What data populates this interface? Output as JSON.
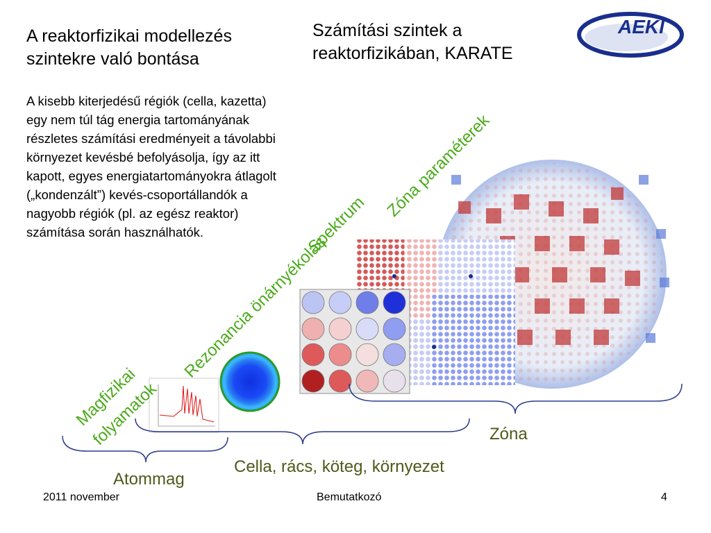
{
  "slide": {
    "title_left_line1": "A reaktorfizikai modellezés",
    "title_left_line2": "szintekre való bontása",
    "title_right_line1": "Számítási szintek a",
    "title_right_line2": "reaktorfizikában, KARATE",
    "body": "A kisebb kiterjedésű régiók (cella, kazetta) egy nem túl tág energia tartományának részletes számítási eredményeit a távolabbi környezet kevésbé befolyásolja, így az itt kapott, egyes energiatartományokra átlagolt („kondenzált”) kevés-csoportállandók a nagyobb régiók (pl. az egész reaktor) számítása során használhatók."
  },
  "logo": {
    "text": "AEKI"
  },
  "diagonal_labels": {
    "magfizikai": "Magfizikai",
    "folyamatok": "folyamatok",
    "rezonancia": "Rezonancia önárnyékolás",
    "spektrum": "Spektrum",
    "zona_param": "Zóna paraméterek"
  },
  "level_labels": {
    "atommag": "Atommag",
    "cella": "Cella, rács, köteg, környezet",
    "zona": "Zóna"
  },
  "footer": {
    "date": "2011 november",
    "center": "Bemutatkozó",
    "page": "4"
  },
  "colors": {
    "green_label": "#4caa1c",
    "olive_label": "#4d5a1a",
    "brace": "#2a3a8a",
    "logo_blue": "#1a2f8c"
  }
}
